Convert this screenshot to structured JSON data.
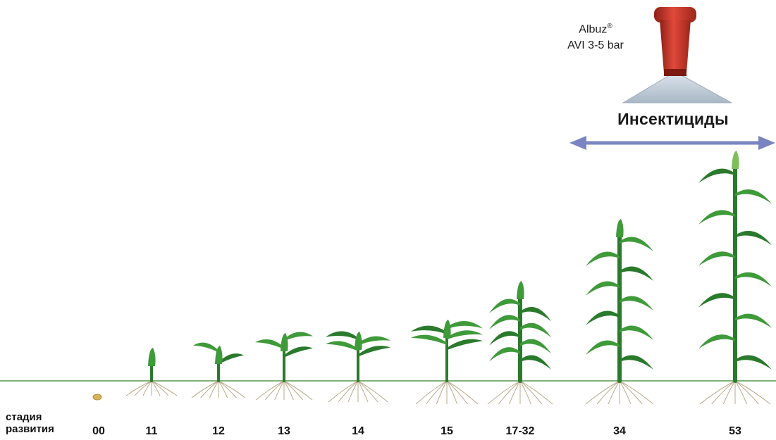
{
  "nozzle": {
    "brand": "Albuz",
    "brand_mark": "®",
    "model": "AVI 3-5 bar",
    "body_color": "#c8392b",
    "spray_color": "#b8c6d4"
  },
  "treatment": {
    "label": "Инсектициды",
    "arrow_color": "#7a84c2"
  },
  "axis": {
    "title_line1": "стадия",
    "title_line2": "развития"
  },
  "stages": [
    {
      "code": "00",
      "kind": "seed"
    },
    {
      "code": "11",
      "kind": "plant",
      "level": 1
    },
    {
      "code": "12",
      "kind": "plant",
      "level": 2
    },
    {
      "code": "13",
      "kind": "plant",
      "level": 3
    },
    {
      "code": "14",
      "kind": "plant",
      "level": 4
    },
    {
      "code": "15",
      "kind": "plant",
      "level": 5
    },
    {
      "code": "17-32",
      "kind": "plant",
      "level": 6
    },
    {
      "code": "34",
      "kind": "plant",
      "level": 7
    },
    {
      "code": "53",
      "kind": "plant",
      "level": 8
    }
  ],
  "colors": {
    "soil_line": "#7fb27a",
    "leaf": "#3f9a3a",
    "leaf_dark": "#2a7a2c",
    "root": "#b9a98a"
  }
}
